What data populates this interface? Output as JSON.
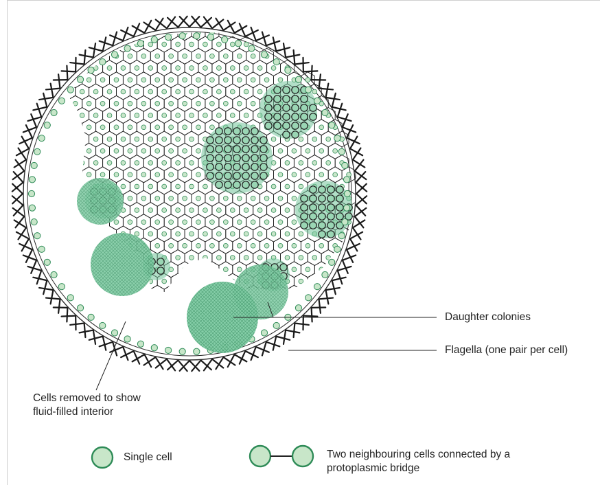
{
  "labels": {
    "daughter_colonies": "Daughter colonies",
    "flagella": "Flagella (one pair per cell)",
    "cells_removed": "Cells removed to show\nfluid-filled interior"
  },
  "legend": {
    "single_cell": "Single cell",
    "connected_cells": "Two neighbouring cells connected by a\nprotoplasmic bridge"
  },
  "colors": {
    "cell_fill": "#c8e6c9",
    "cell_stroke": "#2e8b57",
    "colony_fill": "#72c49a",
    "flagella": "#1a1a1a",
    "mesh": "#222222"
  }
}
